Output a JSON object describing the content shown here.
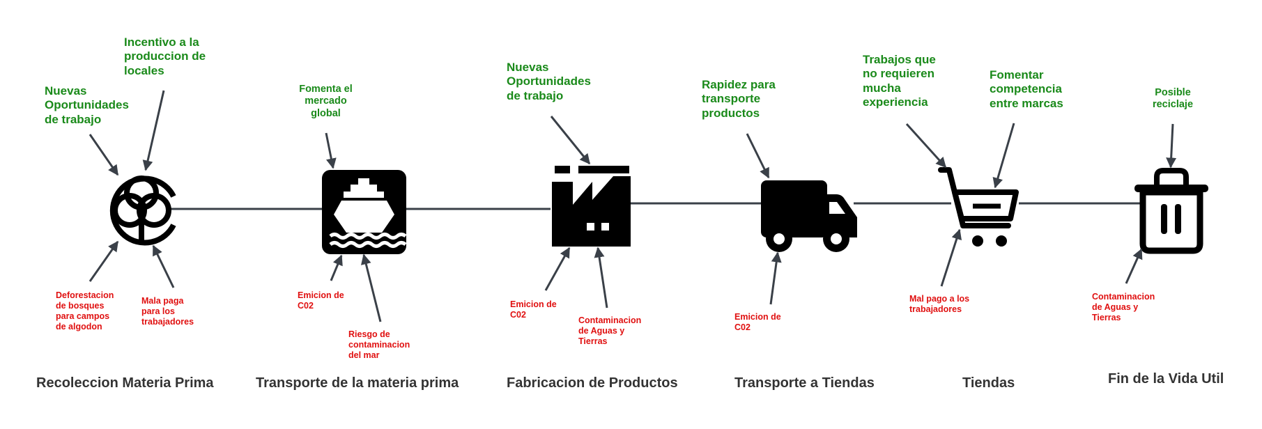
{
  "stages": [
    {
      "title": "Recoleccion Materia Prima",
      "icon": "cotton-icon",
      "positives": [
        "Nuevas\nOportunidades\nde trabajo",
        "Incentivo a la\nproduccion de\nlocales"
      ],
      "negatives": [
        "Deforestacion\nde bosques\npara campos\nde algodon",
        "Mala paga\npara los\ntrabajadores"
      ]
    },
    {
      "title": "Transporte de la materia prima",
      "icon": "ship-icon",
      "positives": [
        "Fomenta el\nmercado\nglobal"
      ],
      "negatives": [
        "Emicion de\nC02",
        "Riesgo de\ncontaminacion\ndel mar"
      ]
    },
    {
      "title": "Fabricacion de Productos",
      "icon": "factory-icon",
      "positives": [
        "Nuevas\nOportunidades\nde trabajo"
      ],
      "negatives": [
        "Emicion de\nC02",
        "Contaminacion\nde Aguas y\nTierras"
      ]
    },
    {
      "title": "Transporte a Tiendas",
      "icon": "truck-icon",
      "positives": [
        "Rapidez para\ntransporte\nproductos"
      ],
      "negatives": [
        "Emicion de\nC02"
      ]
    },
    {
      "title": "Tiendas",
      "icon": "shopping-cart-icon",
      "positives": [
        "Trabajos que\nno requieren\nmucha\nexperiencia",
        "Fomentar\ncompetencia\nentre marcas"
      ],
      "negatives": [
        "Mal pago a los\ntrabajadores"
      ]
    },
    {
      "title": "Fin de la Vida Util",
      "icon": "trash-can-icon",
      "positives": [
        "Posible\nreciclaje"
      ],
      "negatives": [
        "Contaminacion\nde Aguas y\nTierras"
      ]
    }
  ],
  "colors": {
    "positive": "#1a8a1a",
    "negative": "#e01010",
    "stage_title": "#333333",
    "arrow": "#3a4048",
    "icon": "#000000"
  }
}
